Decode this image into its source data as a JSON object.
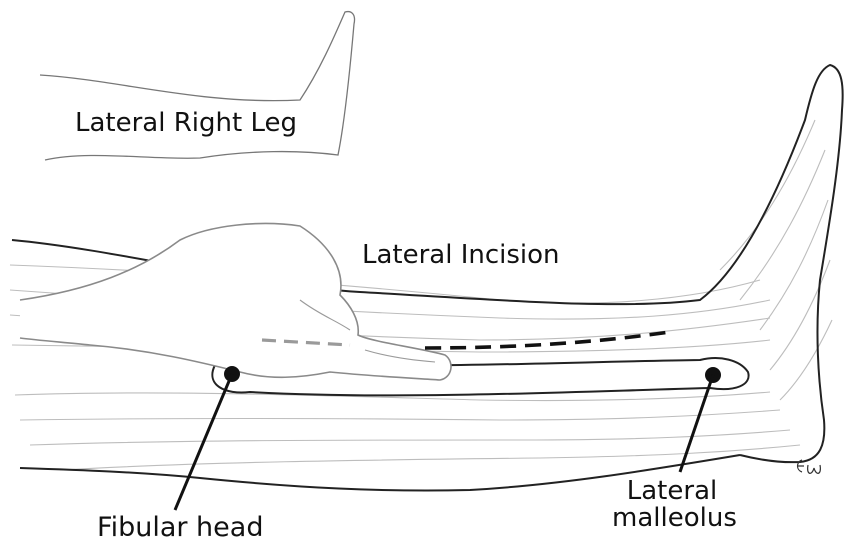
{
  "labels": {
    "title": "Lateral Right Leg",
    "incision": "Lateral Incision",
    "fibular_head": "Fibular head",
    "lateral_malleolus_line1": "Lateral",
    "lateral_malleolus_line2": "malleolus"
  },
  "colors": {
    "outline": "#222222",
    "muscle_lines": "#bdbdbd",
    "incision_dark": "#111111",
    "incision_faded": "#9a9a9a",
    "marker": "#111111"
  }
}
